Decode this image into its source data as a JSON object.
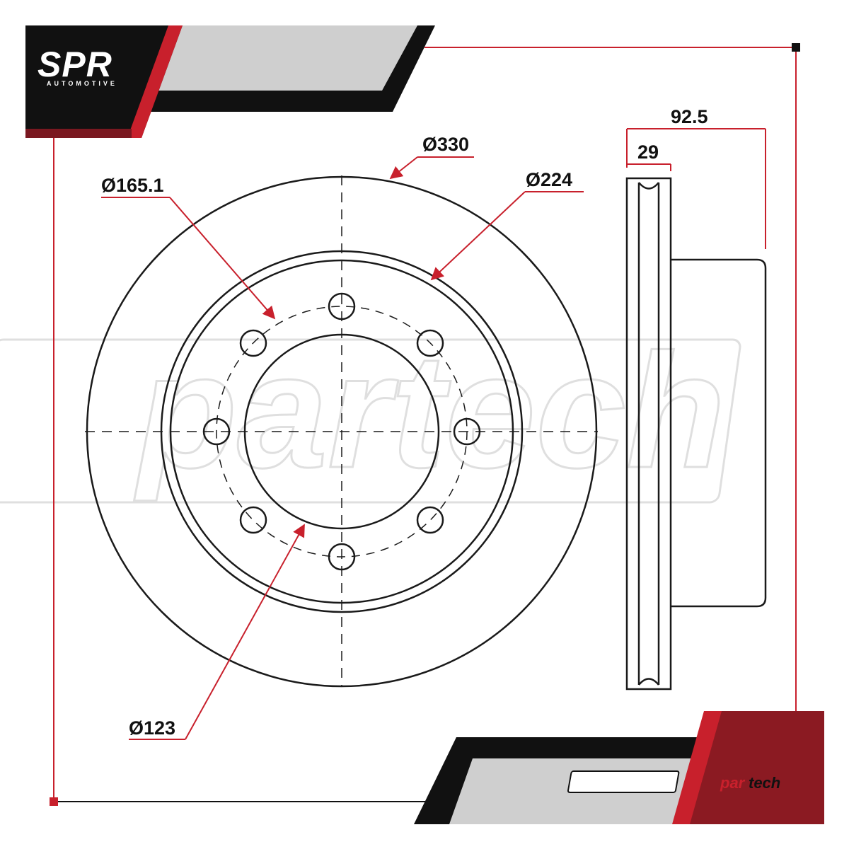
{
  "brand": {
    "logo_main": "SPR",
    "logo_sub": "AUTOMOTIVE",
    "partner_logo_left": "par",
    "partner_logo_right": "tech",
    "watermark": "partech"
  },
  "dimensions": {
    "outer_diameter": "Ø330",
    "bolt_circle": "Ø165.1",
    "inner_ring": "Ø224",
    "center_bore": "Ø123",
    "total_height": "92.5",
    "thickness": "29"
  },
  "colors": {
    "accent_red": "#c8202c",
    "dark": "#111111",
    "gray_band": "#cfcfcf",
    "line": "#1a1a1a"
  },
  "icons": {
    "brake_disc": "brake-disc-front-view",
    "brake_disc_side": "brake-disc-side-profile"
  }
}
